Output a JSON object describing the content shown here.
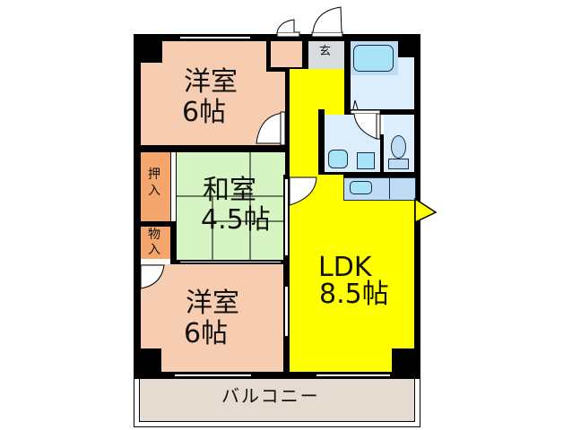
{
  "floorplan": {
    "rooms": {
      "western_room_top": {
        "name": "洋室",
        "size": "6帖"
      },
      "japanese_room": {
        "name": "和室",
        "size": "4.5帖"
      },
      "western_room_bottom": {
        "name": "洋室",
        "size": "6帖"
      },
      "ldk": {
        "name": "LDK",
        "size": "8.5帖"
      },
      "entrance": {
        "name": "玄"
      },
      "closet_oshiire": {
        "name": "押\n入",
        "line1": "押",
        "line2": "入"
      },
      "closet_monoire": {
        "name": "物\n入",
        "line1": "物",
        "line2": "入"
      },
      "balcony": {
        "name": "バルコニー"
      }
    },
    "colors": {
      "western": "#F6CDB0",
      "japanese": "#D6F5C2",
      "ldk": "#FFFF00",
      "closet": "#F5A66C",
      "wet_area": "#DCEEFC",
      "fixture": "#A8E4F8",
      "entrance": "#D9DCDF",
      "balcony": "#E6DBD0",
      "wall": "#000000"
    }
  }
}
